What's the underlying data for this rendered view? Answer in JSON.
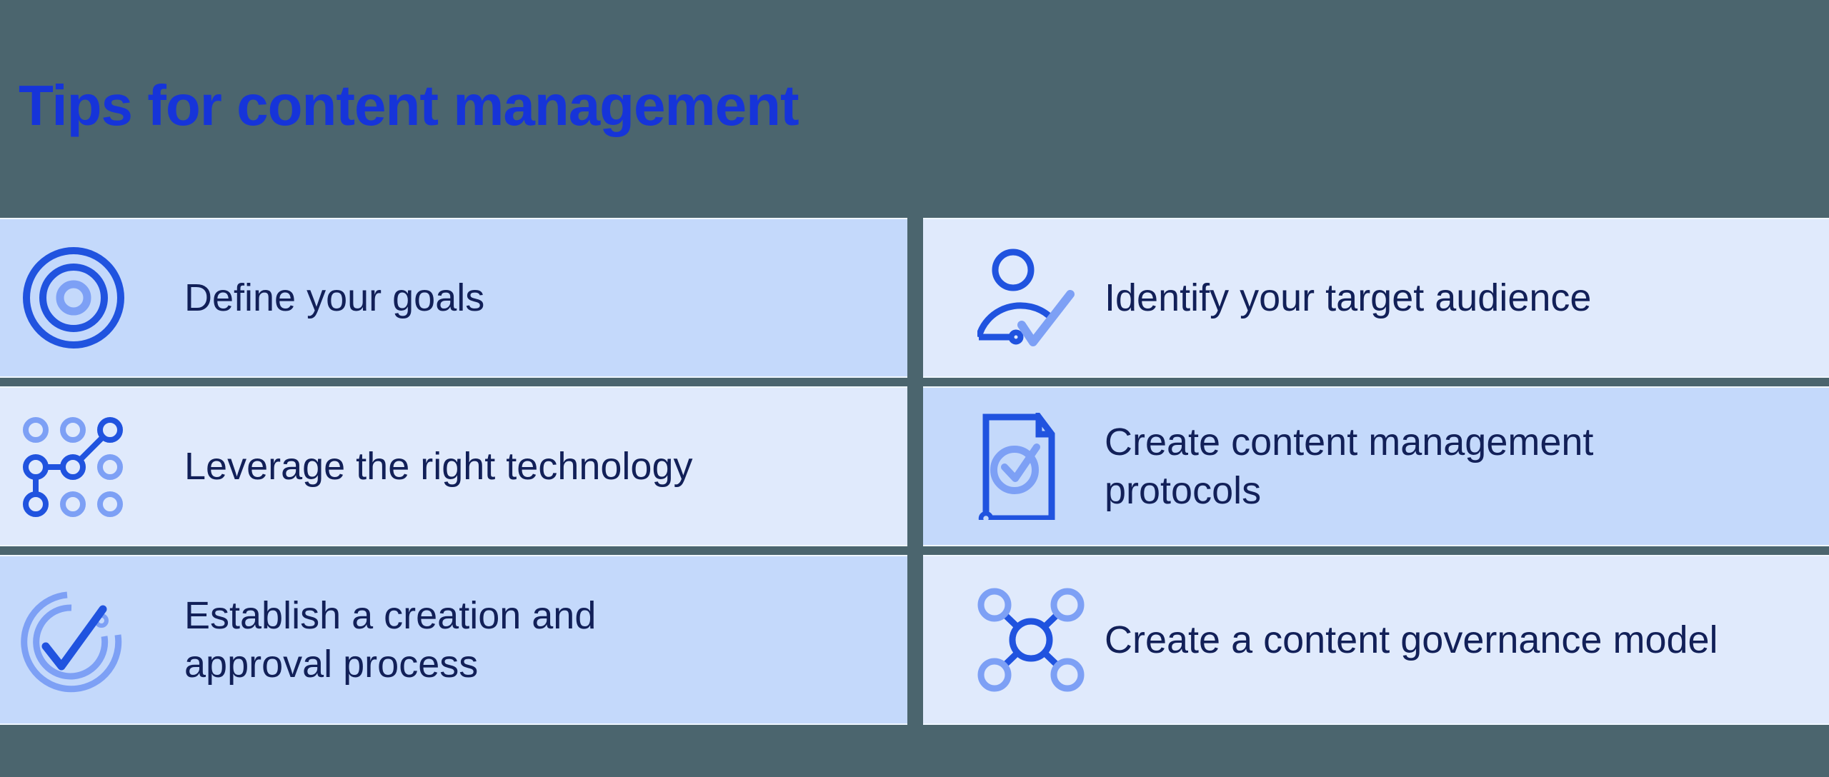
{
  "title": "Tips for content management",
  "cards": [
    {
      "label": "Define your goals",
      "icon": "target-icon"
    },
    {
      "label": "Identify your target audience",
      "icon": "person-check-icon"
    },
    {
      "label": "Leverage the right technology",
      "icon": "network-nodes-icon"
    },
    {
      "label": "Create content management\nprotocols",
      "icon": "document-check-icon"
    },
    {
      "label": "Establish a creation and\napproval process",
      "icon": "check-rings-icon"
    },
    {
      "label": "Create a content governance model",
      "icon": "hub-network-icon"
    }
  ],
  "colors": {
    "page_bg": "#4b656e",
    "title_blue": "#1634d9",
    "text_navy": "#122058",
    "card_medium": "#c4d9fb",
    "card_light": "#e0eafc",
    "icon_dark": "#2053df",
    "icon_light": "#7da0f5",
    "card_edge": "#f0f7ff"
  }
}
